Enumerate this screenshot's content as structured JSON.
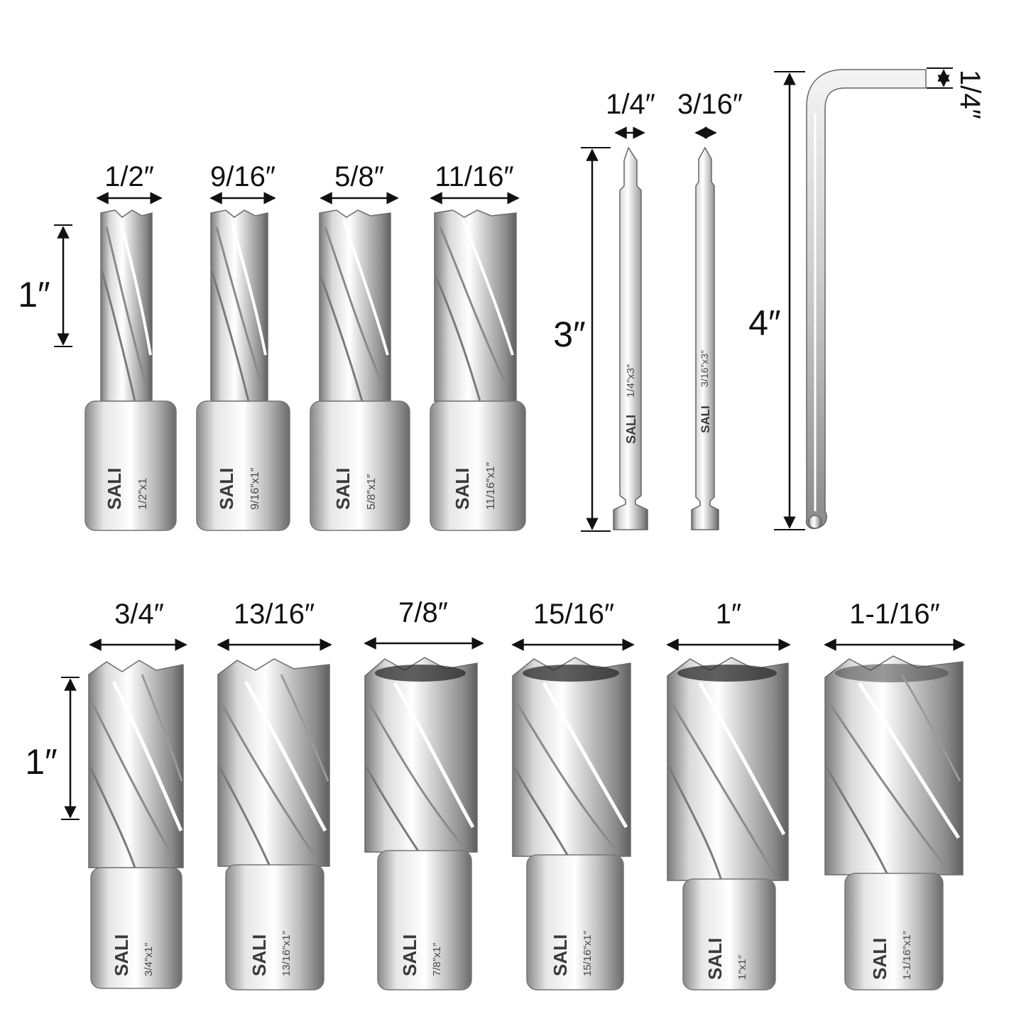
{
  "brand": "SALI",
  "icons": {
    "cutter": "annular-cutter-icon",
    "pin": "pilot-pin-icon",
    "wrench": "hex-key-icon"
  },
  "colors": {
    "steel_light": "#f2f2f2",
    "steel_mid": "#b9b9b9",
    "steel_dark": "#6e6e6e",
    "ink": "#111111"
  },
  "top_row": {
    "length_label": "1″",
    "cutters": [
      {
        "size": "1/2″",
        "engraving": "1/2″x1"
      },
      {
        "size": "9/16″",
        "engraving": "9/16″x1″"
      },
      {
        "size": "5/8″",
        "engraving": "5/8″x1″"
      },
      {
        "size": "11/16″",
        "engraving": "11/16″x1″"
      }
    ]
  },
  "pins": {
    "length_label": "3″",
    "items": [
      {
        "size": "1/4″",
        "engraving": "1/4″x3″"
      },
      {
        "size": "3/16″",
        "engraving": "3/16″x3″"
      }
    ]
  },
  "hex_key": {
    "length_label": "4″",
    "size": "1/4″"
  },
  "bottom_row": {
    "length_label": "1″",
    "cutters": [
      {
        "size": "3/4″",
        "engraving": "3/4″x1″"
      },
      {
        "size": "13/16″",
        "engraving": "13/16″x1″"
      },
      {
        "size": "7/8″",
        "engraving": "7/8″x1″"
      },
      {
        "size": "15/16″",
        "engraving": "15/16″x1″"
      },
      {
        "size": "1″",
        "engraving": "1″x1″"
      },
      {
        "size": "1-1/16″",
        "engraving": "1-1/16″x1″"
      }
    ]
  }
}
